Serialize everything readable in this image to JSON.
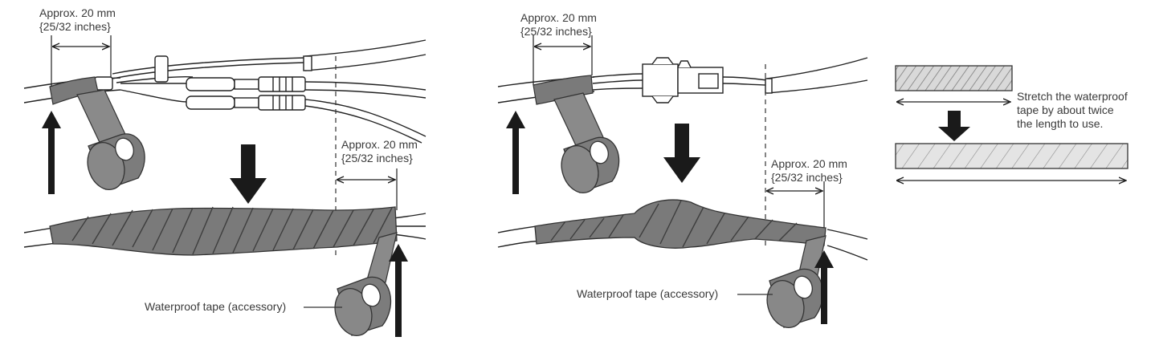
{
  "left": {
    "dim_top": {
      "line1": "Approx. 20 mm",
      "line2": "{25/32 inches}"
    },
    "dim_bottom": {
      "line1": "Approx. 20 mm",
      "line2": "{25/32 inches}"
    },
    "tape_label": "Waterproof tape (accessory)"
  },
  "middle": {
    "dim_top": {
      "line1": "Approx. 20 mm",
      "line2": "{25/32 inches}"
    },
    "dim_bottom": {
      "line1": "Approx. 20 mm",
      "line2": "{25/32 inches}"
    },
    "tape_label": "Waterproof tape (accessory)"
  },
  "right": {
    "stretch_note": {
      "line1": "Stretch the waterproof",
      "line2": "tape by about twice",
      "line3": "the length to use."
    }
  },
  "colors": {
    "tape_dark": "#7a7a7a",
    "tape_light": "#b9b9b9",
    "tape_strip": "#d6d6d6",
    "line": "#1f1f1f",
    "arrow": "#1a1a1a"
  }
}
